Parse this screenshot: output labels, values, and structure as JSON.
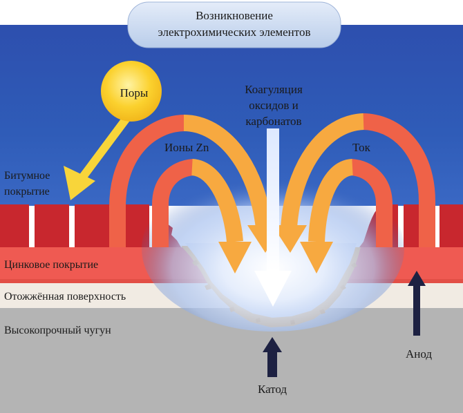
{
  "title": {
    "line1": "Возникновение",
    "line2": "электрохимических элементов"
  },
  "labels": {
    "pores": "Поры",
    "coagulation_line1": "Коагуляция",
    "coagulation_line2": "оксидов и",
    "coagulation_line3": "карбонатов",
    "zinc_ions": "Ионы Zn",
    "current": "Ток",
    "bitumen_line1": "Битумное",
    "bitumen_line2": "покрытие",
    "zinc_coating": "Цинковое покрытие",
    "annealed_surface": "Отожжённая поверхность",
    "ductile_iron": "Высокопрочный чугун",
    "cathode": "Катод",
    "anode": "Анод"
  },
  "colors": {
    "water": "#2f5cb8",
    "bitumen": "#c8272e",
    "zinc": "#ef5a52",
    "annealed": "#f1ebe3",
    "iron": "#b2b2b2",
    "arrow_orange": "#f7a940",
    "arrow_red": "#ef6248",
    "pore_sun": "#fbd12e",
    "rust": "#f2b04a",
    "dark_arrow": "#1d2142"
  }
}
